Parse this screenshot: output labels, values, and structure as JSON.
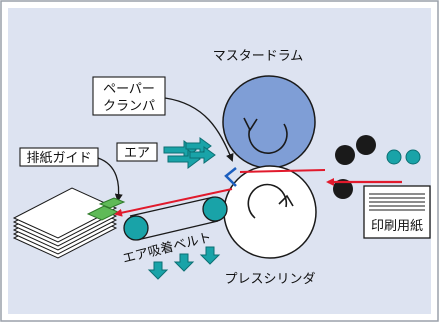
{
  "labels": {
    "master_drum": "マスタードラム",
    "paper_clamper_line1": "ペーパー",
    "paper_clamper_line2": "クランパ",
    "air": "エア",
    "discharge_guide": "排紙ガイド",
    "printing_paper": "印刷用紙",
    "air_suction_belt": "エア吸着ベルト",
    "press_cylinder": "プレスシリンダ"
  },
  "colors": {
    "background": "#dde3f1",
    "frame": "#9aa0aa",
    "master_drum": "#7f9ed6",
    "teal": "#19a3a8",
    "red_arrow": "#e11a2c",
    "blue_guide": "#1c5fbf",
    "dark": "#1a1a1a",
    "paper_green": "#5fba57"
  },
  "icons": {
    "master_drum_rotation": "rotate-clockwise-icon",
    "press_cylinder_rotation": "rotate-counterclockwise-icon",
    "suction_arrows": "arrow-down-icon"
  }
}
